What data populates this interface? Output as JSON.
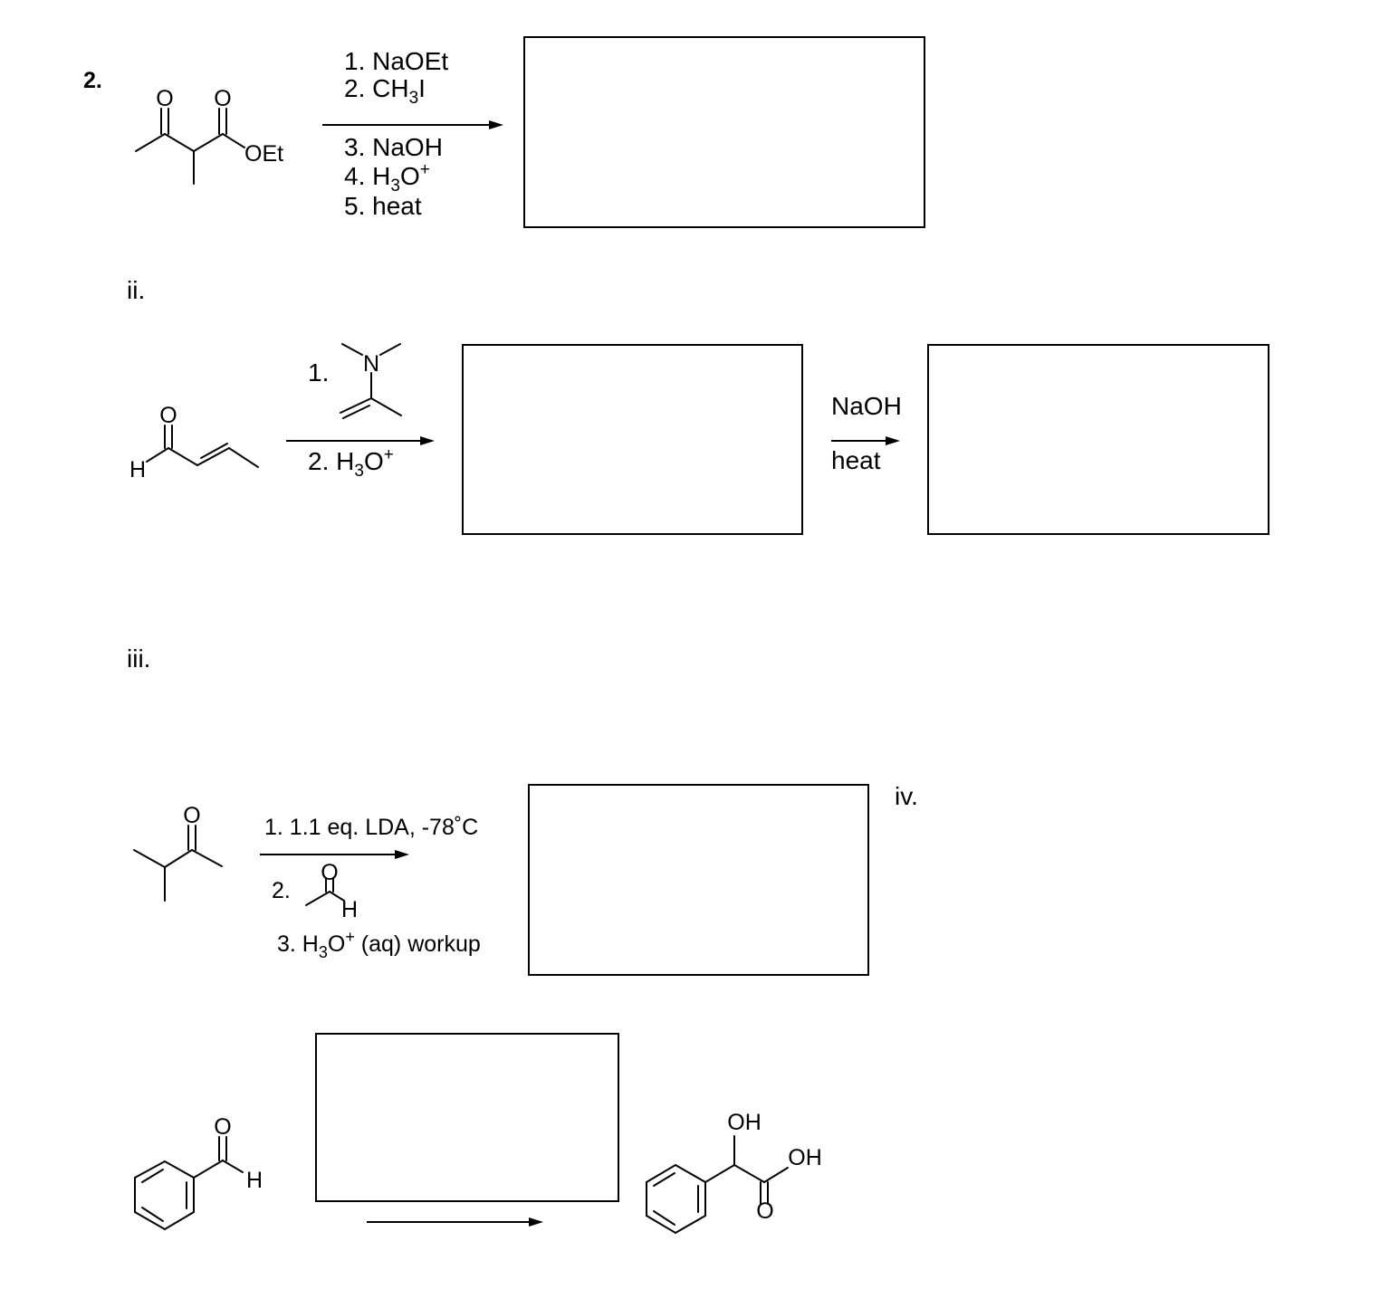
{
  "problem_number": "2.",
  "parts": {
    "ii": "ii.",
    "iii": "iii.",
    "iv": "iv."
  },
  "reaction1": {
    "substrate_atoms": {
      "o1": "O",
      "o2": "O",
      "oet": "OEt"
    },
    "steps_above": [
      "1. NaOEt",
      "2. CH"
    ],
    "step2_sub": "3",
    "step2_tail": "I",
    "steps_below": [
      "3. NaOH",
      "4. H",
      "5. heat"
    ],
    "step4_sub": "3",
    "step4_tail": "O",
    "step4_sup": "+"
  },
  "reaction2": {
    "substrate_atoms": {
      "o": "O",
      "h": "H"
    },
    "reagent1_prefix": "1.",
    "reagent1_atom": "N",
    "step2_prefix": "2. H",
    "step2_sub": "3",
    "step2_tail": "O",
    "step2_sup": "+",
    "second_above": "NaOH",
    "second_below": "heat"
  },
  "reaction3": {
    "substrate_atoms": {
      "o": "O"
    },
    "step1": "1. 1.1 eq. LDA, -78˚C",
    "step2_prefix": "2.",
    "aldehyde_atoms": {
      "o": "O",
      "h": "H"
    },
    "step3_prefix": "3. H",
    "step3_sub": "3",
    "step3_tail": "O",
    "step3_sup": "+",
    "step3_rest": " (aq) workup"
  },
  "reaction4": {
    "substrate_atoms": {
      "o": "O",
      "h": "H"
    },
    "product_atoms": {
      "oh1": "OH",
      "oh2": "OH",
      "o": "O"
    }
  }
}
